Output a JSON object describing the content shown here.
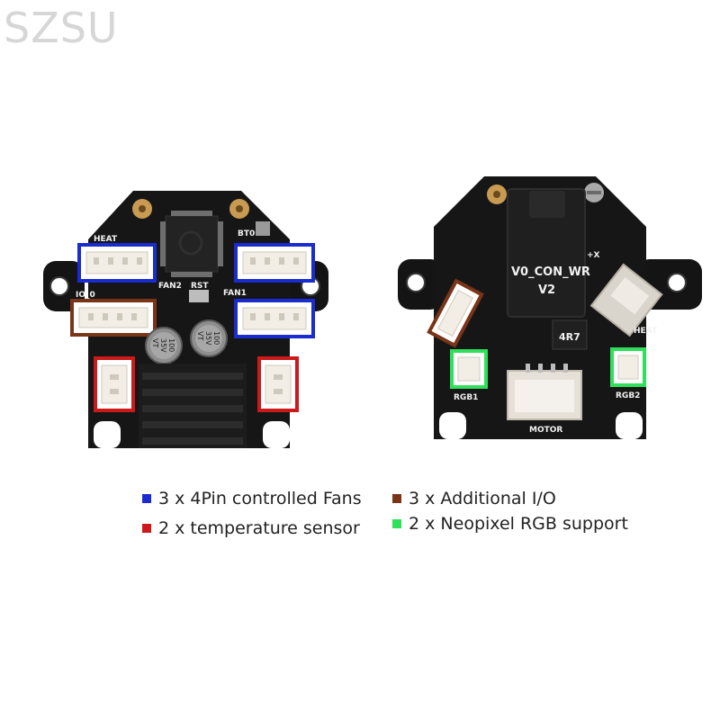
{
  "watermark": "SZSU",
  "colors": {
    "fan": "#1a2bd0",
    "io": "#7a3418",
    "temp": "#cc1a1a",
    "rgb": "#2ee05a",
    "board": "#161616"
  },
  "left_board": {
    "labels": {
      "heat": "HEAT",
      "bt0": "BT0",
      "io0": "IO_0",
      "fan2": "FAN2",
      "rst": "RST",
      "fan1": "FAN1",
      "cap1": "100\n35V\nVT",
      "cap2": "100\n35V\nVT"
    }
  },
  "right_board": {
    "labels": {
      "module_line1": "V0_CON_WR",
      "module_line2": "V2",
      "plus_x": "+X",
      "heat": "HEAT",
      "rgb1": "RGB1",
      "rgb2": "RGB2",
      "motor": "MOTOR",
      "inductor": "4R7"
    }
  },
  "legend": {
    "fans": "3 x 4Pin controlled Fans",
    "io": "3 x Additional I/O",
    "temp": "2 x temperature sensor",
    "rgb": "2 x Neopixel RGB support"
  }
}
